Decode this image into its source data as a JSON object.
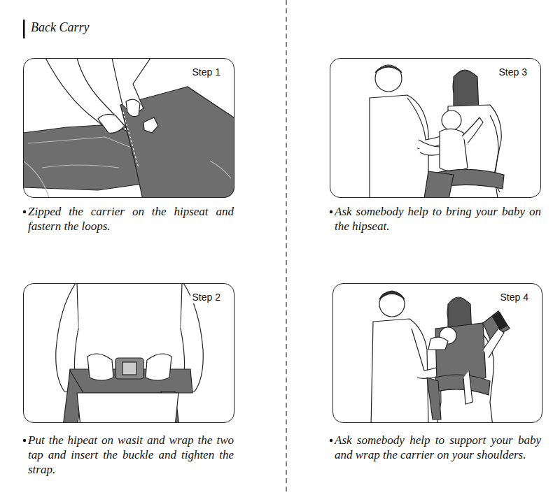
{
  "diagram": {
    "title": "Back Carry",
    "nodes": [
      {
        "text": [
          "Step 1"
        ]
      },
      {
        "text": [
          "Step 2"
        ]
      },
      {
        "text": [
          "Step 3"
        ]
      },
      {
        "text": [
          "Step 4"
        ]
      }
    ],
    "labels": [
      "Zipped the carrier on the hipseat and fastern the loops.",
      "Put the hipeat on wasit and wrap the two tap and insert the buckle and tighten the strap.",
      "Ask somebody help to bring your baby on the hipseat.",
      "Ask somebody help to support your baby and wrap the carrier on your shoulders."
    ]
  }
}
